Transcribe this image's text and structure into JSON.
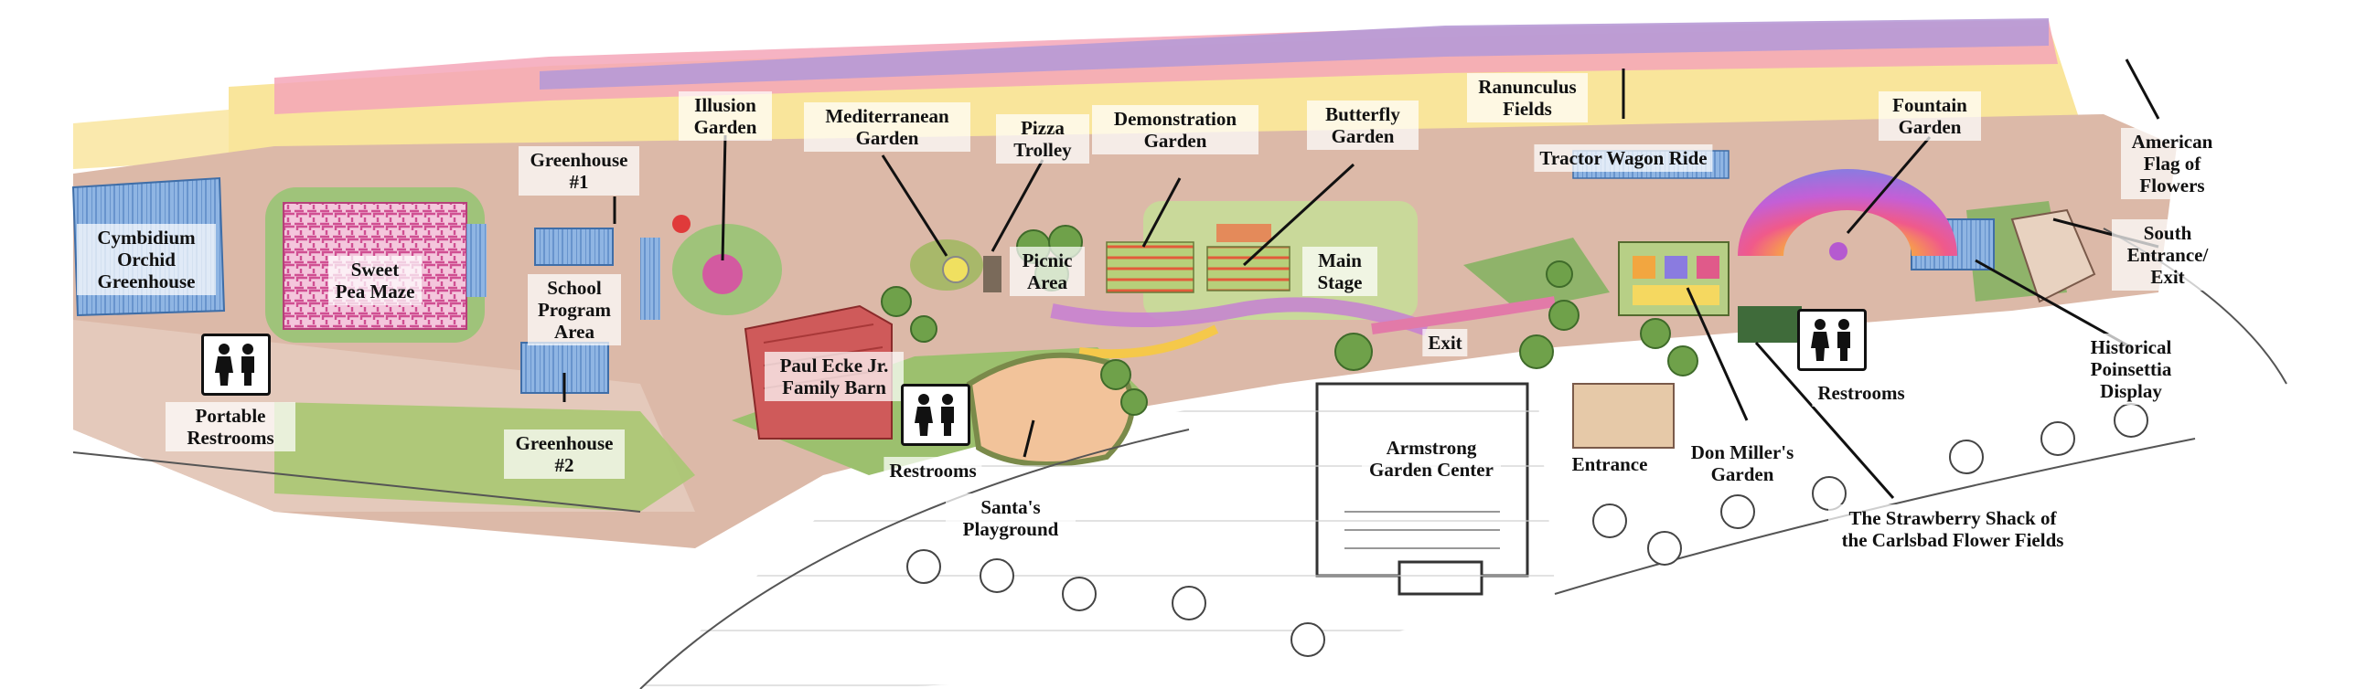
{
  "labels": {
    "cymbidium": "Cymbidium Orchid Greenhouse",
    "sweet_pea": "Sweet Pea Maze",
    "greenhouse1": "Greenhouse #1",
    "school": "School Program Area",
    "greenhouse2": "Greenhouse #2",
    "portable_restrooms": "Portable Restrooms",
    "illusion": "Illusion Garden",
    "mediterranean": "Mediterranean Garden",
    "pizza": "Pizza Trolley",
    "demonstration": "Demonstration Garden",
    "butterfly": "Butterfly Garden",
    "picnic": "Picnic Area",
    "main_stage": "Main Stage",
    "paul_ecke": "Paul Ecke Jr. Family Barn",
    "restrooms_center": "Restrooms",
    "santas": "Santa's Playground",
    "armstrong": "Armstrong Garden Center",
    "exit": "Exit",
    "entrance": "Entrance",
    "ranunculus": "Ranunculus Fields",
    "tractor": "Tractor Wagon Ride",
    "fountain": "Fountain Garden",
    "american_flag": "American Flag of Flowers",
    "south_entrance": "South Entrance/ Exit",
    "historical": "Historical Poinsettia Display",
    "restrooms_east": "Restrooms",
    "don_miller": "Don Miller's Garden",
    "strawberry": "The Strawberry Shack of the Carlsbad Flower Fields"
  },
  "icons": [
    "restroom-icon",
    "restroom-icon",
    "restroom-icon"
  ],
  "colors": {
    "ground": "#d9b8a8",
    "grass": "#8fb36a",
    "flower_purple": "#b79ad6",
    "flower_pink": "#f2a0b8",
    "flower_yellow": "#f4d45a",
    "greenhouse": "#6f9ad0",
    "maze": "#e58ab8",
    "barn": "#c94a4a"
  }
}
